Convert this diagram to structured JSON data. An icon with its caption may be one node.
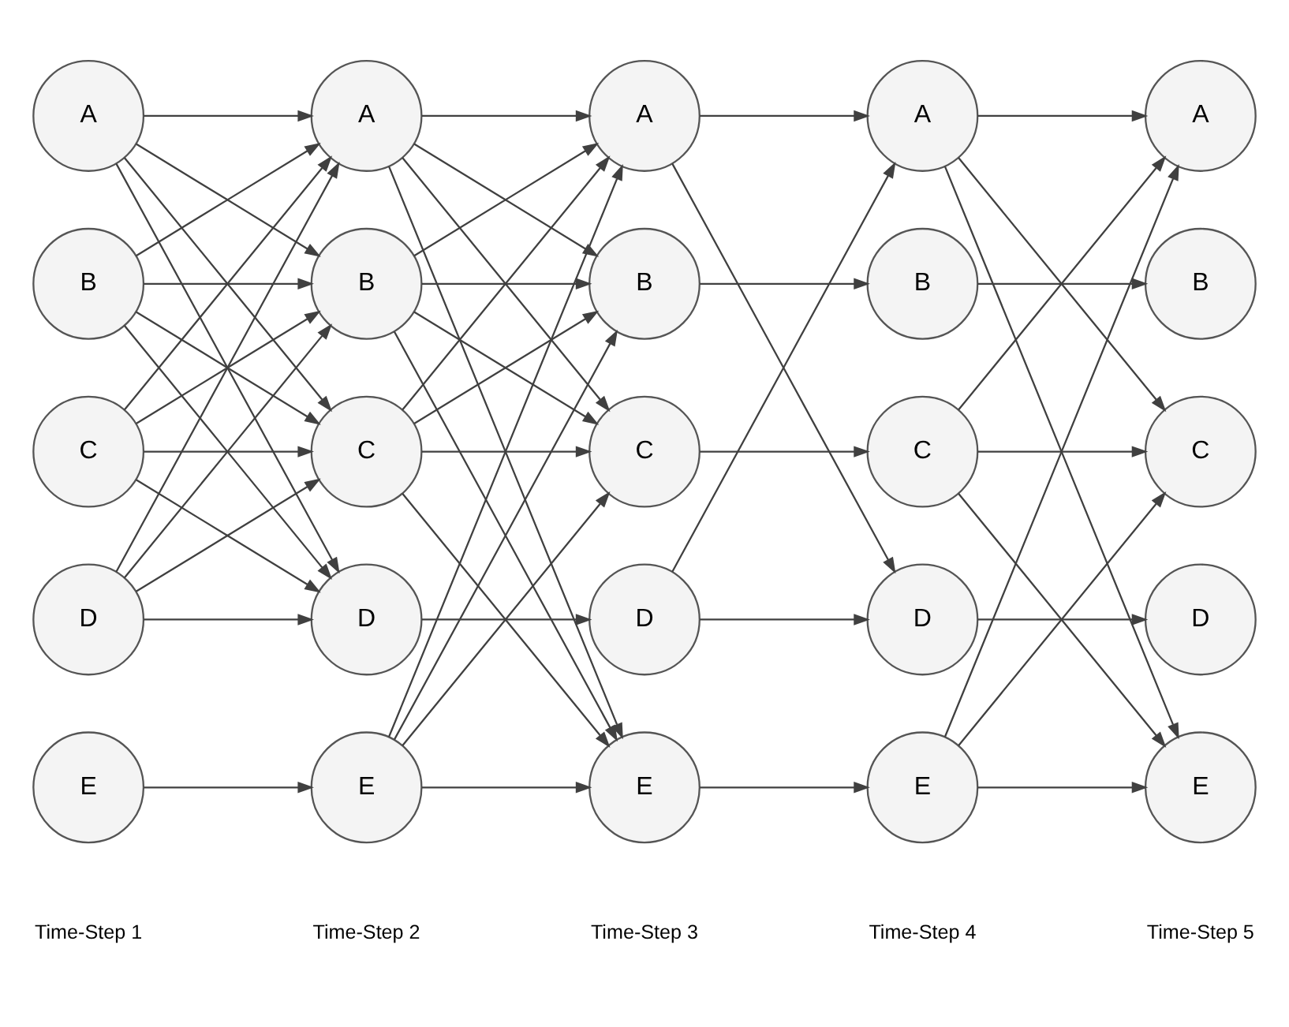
{
  "diagram": {
    "nodes": [
      {
        "text": [
          "A"
        ]
      },
      {
        "text": [
          "B"
        ]
      },
      {
        "text": [
          "C"
        ]
      },
      {
        "text": [
          "D"
        ]
      },
      {
        "text": [
          "E"
        ]
      },
      {
        "text": [
          "A"
        ]
      },
      {
        "text": [
          "B"
        ]
      },
      {
        "text": [
          "C"
        ]
      },
      {
        "text": [
          "D"
        ]
      },
      {
        "text": [
          "E"
        ]
      },
      {
        "text": [
          "A"
        ]
      },
      {
        "text": [
          "B"
        ]
      },
      {
        "text": [
          "C"
        ]
      },
      {
        "text": [
          "D"
        ]
      },
      {
        "text": [
          "E"
        ]
      },
      {
        "text": [
          "A"
        ]
      },
      {
        "text": [
          "B"
        ]
      },
      {
        "text": [
          "C"
        ]
      },
      {
        "text": [
          "D"
        ]
      },
      {
        "text": [
          "E"
        ]
      },
      {
        "text": [
          "A"
        ]
      },
      {
        "text": [
          "B"
        ]
      },
      {
        "text": [
          "C"
        ]
      },
      {
        "text": [
          "D"
        ]
      },
      {
        "text": [
          "E"
        ]
      }
    ],
    "edges": [
      {
        "from": 0,
        "to": 5,
        "arrow": "to"
      },
      {
        "from": 0,
        "to": 6,
        "arrow": "to"
      },
      {
        "from": 0,
        "to": 7,
        "arrow": "to"
      },
      {
        "from": 0,
        "to": 8,
        "arrow": "to"
      },
      {
        "from": 1,
        "to": 5,
        "arrow": "to"
      },
      {
        "from": 1,
        "to": 6,
        "arrow": "to"
      },
      {
        "from": 1,
        "to": 7,
        "arrow": "to"
      },
      {
        "from": 1,
        "to": 8,
        "arrow": "to"
      },
      {
        "from": 2,
        "to": 5,
        "arrow": "to"
      },
      {
        "from": 2,
        "to": 6,
        "arrow": "to"
      },
      {
        "from": 2,
        "to": 7,
        "arrow": "to"
      },
      {
        "from": 2,
        "to": 8,
        "arrow": "to"
      },
      {
        "from": 3,
        "to": 5,
        "arrow": "to"
      },
      {
        "from": 3,
        "to": 6,
        "arrow": "to"
      },
      {
        "from": 3,
        "to": 7,
        "arrow": "to"
      },
      {
        "from": 3,
        "to": 8,
        "arrow": "to"
      },
      {
        "from": 4,
        "to": 9,
        "arrow": "to"
      },
      {
        "from": 5,
        "to": 10,
        "arrow": "to"
      },
      {
        "from": 5,
        "to": 11,
        "arrow": "to"
      },
      {
        "from": 5,
        "to": 12,
        "arrow": "to"
      },
      {
        "from": 5,
        "to": 14,
        "arrow": "to"
      },
      {
        "from": 6,
        "to": 10,
        "arrow": "to"
      },
      {
        "from": 6,
        "to": 11,
        "arrow": "to"
      },
      {
        "from": 6,
        "to": 12,
        "arrow": "to"
      },
      {
        "from": 6,
        "to": 14,
        "arrow": "to"
      },
      {
        "from": 7,
        "to": 10,
        "arrow": "to"
      },
      {
        "from": 7,
        "to": 11,
        "arrow": "to"
      },
      {
        "from": 7,
        "to": 12,
        "arrow": "to"
      },
      {
        "from": 7,
        "to": 14,
        "arrow": "to"
      },
      {
        "from": 8,
        "to": 13,
        "arrow": "to"
      },
      {
        "from": 9,
        "to": 10,
        "arrow": "to"
      },
      {
        "from": 9,
        "to": 11,
        "arrow": "to"
      },
      {
        "from": 9,
        "to": 12,
        "arrow": "to"
      },
      {
        "from": 9,
        "to": 14,
        "arrow": "to"
      },
      {
        "from": 10,
        "to": 15,
        "arrow": "to"
      },
      {
        "from": 10,
        "to": 18,
        "arrow": "to"
      },
      {
        "from": 11,
        "to": 16,
        "arrow": "to"
      },
      {
        "from": 12,
        "to": 17,
        "arrow": "to"
      },
      {
        "from": 13,
        "to": 15,
        "arrow": "to"
      },
      {
        "from": 13,
        "to": 18,
        "arrow": "to"
      },
      {
        "from": 14,
        "to": 19,
        "arrow": "to"
      },
      {
        "from": 15,
        "to": 20,
        "arrow": "to"
      },
      {
        "from": 15,
        "to": 22,
        "arrow": "to"
      },
      {
        "from": 15,
        "to": 24,
        "arrow": "to"
      },
      {
        "from": 16,
        "to": 21,
        "arrow": "to"
      },
      {
        "from": 17,
        "to": 20,
        "arrow": "to"
      },
      {
        "from": 17,
        "to": 22,
        "arrow": "to"
      },
      {
        "from": 17,
        "to": 24,
        "arrow": "to"
      },
      {
        "from": 18,
        "to": 23,
        "arrow": "to"
      },
      {
        "from": 19,
        "to": 20,
        "arrow": "to"
      },
      {
        "from": 19,
        "to": 22,
        "arrow": "to"
      },
      {
        "from": 19,
        "to": 24,
        "arrow": "to"
      }
    ],
    "labels": [
      "Time-Step 1",
      "Time-Step 2",
      "Time-Step 3",
      "Time-Step 4",
      "Time-Step 5"
    ]
  }
}
